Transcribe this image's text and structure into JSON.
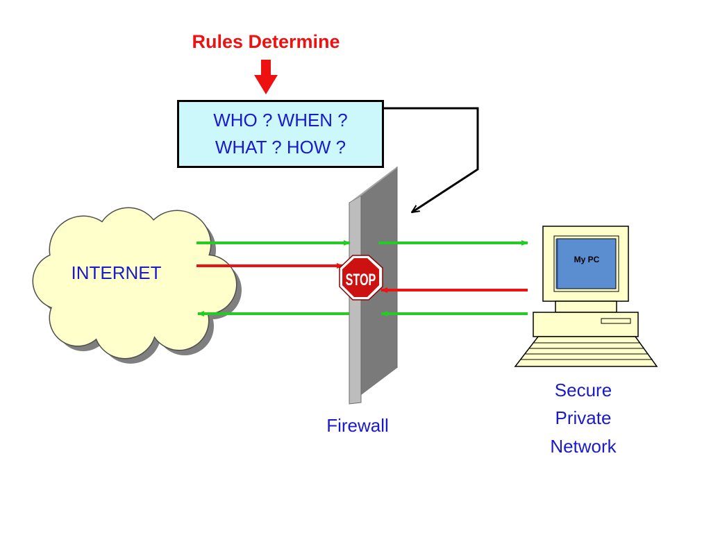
{
  "header": {
    "title": "Rules Determine"
  },
  "rules_box": {
    "line1": "WHO ? WHEN ?",
    "line2": "WHAT ? HOW ?"
  },
  "internet": {
    "label": "INTERNET"
  },
  "firewall": {
    "label": "Firewall",
    "stop_sign": "STOP"
  },
  "pc": {
    "screen_label": "My PC"
  },
  "network": {
    "line1": "Secure",
    "line2": "Private",
    "line3": "Network"
  },
  "colors": {
    "title_red": "#ee1111",
    "text_blue": "#1a1acc",
    "box_fill": "#ccf7fb",
    "cloud_fill": "#ffffcc",
    "allowed_green": "#22cc22",
    "blocked_red": "#ee1111",
    "stop_red": "#cc1111",
    "wall_gray": "#8c8c8c",
    "screen_blue": "#5b8ed0",
    "monitor_cream": "#ffffcc"
  }
}
